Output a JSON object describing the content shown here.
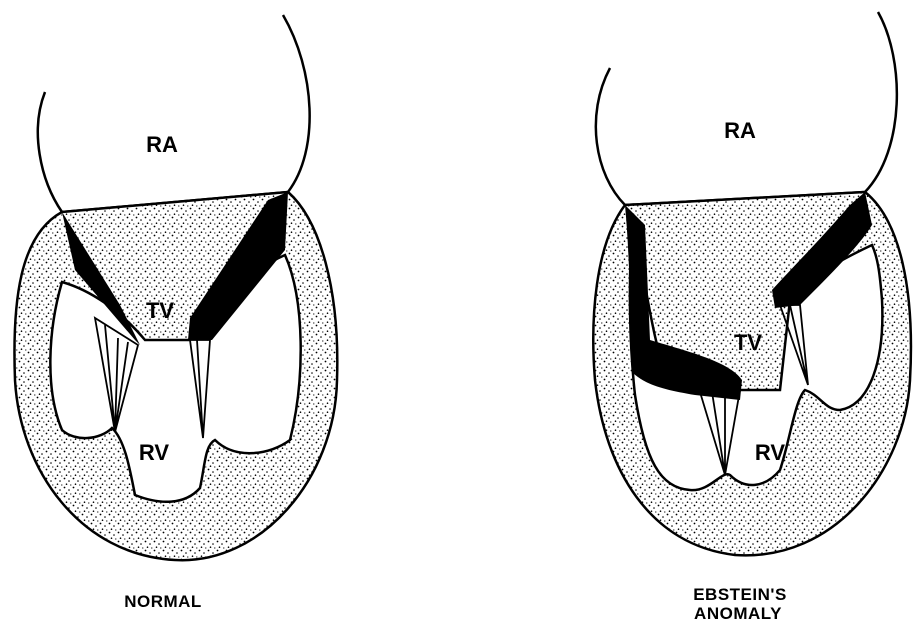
{
  "diagram": {
    "normal": {
      "labels": {
        "ra": "RA",
        "tv": "TV",
        "rv": "RV"
      },
      "caption": "NORMAL"
    },
    "ebstein": {
      "labels": {
        "ra": "RA",
        "tv": "TV",
        "rv": "RV"
      },
      "caption_line1": "EBSTEIN'S",
      "caption_line2": "ANOMALY"
    }
  },
  "colors": {
    "ink": "#000000",
    "paper": "#ffffff",
    "myocardium_stipple": "#000000"
  }
}
